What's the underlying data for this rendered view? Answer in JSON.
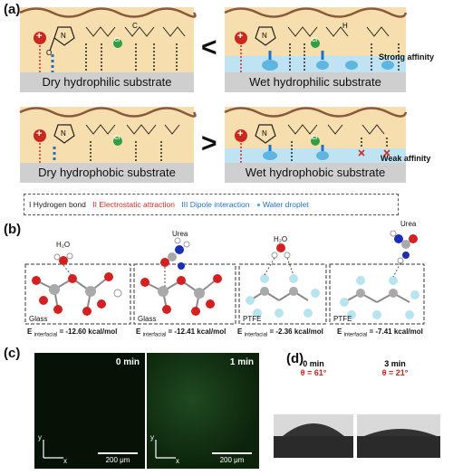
{
  "panel_labels": {
    "a": "(a)",
    "b": "(b)",
    "c": "(c)",
    "d": "(d)"
  },
  "panel_a": {
    "substrates": {
      "dry_hydrophilic": "Dry hydrophilic  substrate",
      "wet_hydrophilic": "Wet hydrophilic  substrate",
      "dry_hydrophobic": "Dry hydrophobic  substrate",
      "wet_hydrophobic": "Wet hydrophobic  substrate"
    },
    "comparison_top": "<",
    "comparison_bottom": ">",
    "affinity_top": "Strong affinity",
    "affinity_bottom": "Weak affinity",
    "legend": {
      "i": "I  Hydrogen bond",
      "ii": "II  Electrostatic attraction",
      "iii": "III  Dipole interaction",
      "iv": "Water droplet"
    },
    "colors": {
      "membrane": "#f7deae",
      "wave": "#8b5a3c",
      "plus": "#c8281e",
      "chloride": "#2ea043",
      "water": "#5fb4e0",
      "electrostatic": "#d52a20",
      "dipole": "#1f73c4",
      "hbond": "#222222"
    },
    "atom_letters": {
      "n": "N",
      "o": "O",
      "h": "H",
      "c": "C",
      "cl": "Cl",
      "plus": "+"
    }
  },
  "panel_b": {
    "molecules": [
      {
        "adsorbate": "H₂O",
        "substrate": "Glass",
        "energy_prefix": "E",
        "energy_sub": "interfacial",
        "energy_value": "= -12.60 kcal/mol"
      },
      {
        "adsorbate": "Urea",
        "substrate": "Glass",
        "energy_prefix": "E",
        "energy_sub": "interfacial",
        "energy_value": "= -12.41 kcal/mol"
      },
      {
        "adsorbate": "H₂O",
        "substrate": "PTFE",
        "energy_prefix": "E",
        "energy_sub": "interfacial",
        "energy_value": "= -2.36 kcal/mol"
      },
      {
        "adsorbate": "Urea",
        "substrate": "PTFE",
        "energy_prefix": "E",
        "energy_sub": "interfacial",
        "energy_value": "= -7.41 kcal/mol"
      }
    ]
  },
  "panel_c": {
    "images": [
      {
        "time": "0 min",
        "scale": "200 μm",
        "x_axis": "x",
        "y_axis": "y"
      },
      {
        "time": "1 min",
        "scale": "200 μm",
        "x_axis": "x",
        "y_axis": "y"
      }
    ]
  },
  "panel_d": {
    "drops": [
      {
        "time": "0 min",
        "angle": "θ = 61°"
      },
      {
        "time": "3 min",
        "angle": "θ = 21°"
      }
    ]
  }
}
